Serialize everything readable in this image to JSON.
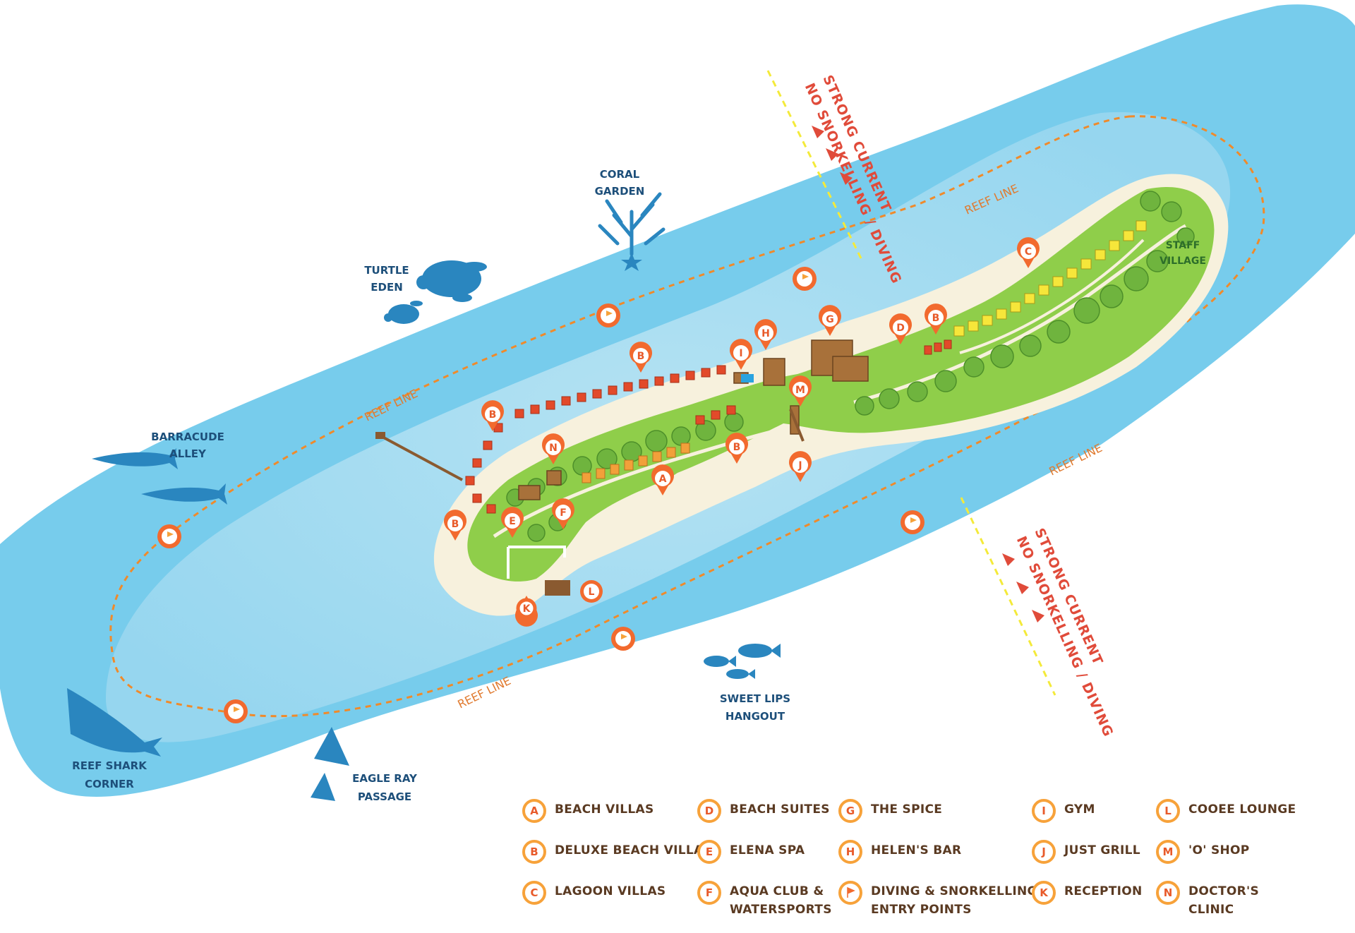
{
  "marine_sites": [
    {
      "key": "coral",
      "line1": "CORAL",
      "line2": "GARDEN"
    },
    {
      "key": "turtle",
      "line1": "TURTLE",
      "line2": "EDEN"
    },
    {
      "key": "barracude",
      "line1": "BARRACUDE",
      "line2": "ALLEY"
    },
    {
      "key": "shark",
      "line1": "REEF SHARK",
      "line2": "CORNER"
    },
    {
      "key": "ray",
      "line1": "EAGLE RAY",
      "line2": "PASSAGE"
    },
    {
      "key": "sweetlips",
      "line1": "SWEET LIPS",
      "line2": "HANGOUT"
    }
  ],
  "staff_village": {
    "line1": "STAFF",
    "line2": "VILLAGE"
  },
  "reef_line_label": "REEF LINE",
  "current_warning": {
    "line1": "STRONG CURRENT",
    "line2": "NO SNORKELLING / DIVING"
  },
  "legend": [
    {
      "key": "A",
      "label": "BEACH VILLAS"
    },
    {
      "key": "B",
      "label": "DELUXE BEACH VILLAS"
    },
    {
      "key": "C",
      "label": "LAGOON VILLAS"
    },
    {
      "key": "D",
      "label": "BEACH SUITES"
    },
    {
      "key": "E",
      "label": "ELENA SPA"
    },
    {
      "key": "F",
      "label": "AQUA CLUB &\nWATERSPORTS"
    },
    {
      "key": "G",
      "label": "THE SPICE"
    },
    {
      "key": "H",
      "label": "HELEN'S BAR"
    },
    {
      "key": "flag",
      "label": "DIVING & SNORKELLING\nENTRY POINTS"
    },
    {
      "key": "I",
      "label": "GYM"
    },
    {
      "key": "J",
      "label": "JUST GRILL"
    },
    {
      "key": "K",
      "label": "RECEPTION"
    },
    {
      "key": "L",
      "label": "COOEE LOUNGE"
    },
    {
      "key": "M",
      "label": "'O' SHOP"
    },
    {
      "key": "N",
      "label": "DOCTOR'S CLINIC"
    }
  ],
  "pins": [
    "A",
    "B",
    "B",
    "B",
    "B",
    "B",
    "C",
    "D",
    "E",
    "F",
    "G",
    "H",
    "I",
    "J",
    "K",
    "L",
    "M",
    "N"
  ],
  "colors": {
    "ocean": "#7fd0ee",
    "lagoon": "#a5dcf1",
    "island": "#8fce4a",
    "sand": "#f7f1dd",
    "pin": "#f26a2e",
    "reef": "#f08a2a",
    "villa_orange": "#f2a03a",
    "villa_red": "#e24a2a",
    "villa_yellow": "#f6e63a",
    "marine": "#2a86bf"
  }
}
